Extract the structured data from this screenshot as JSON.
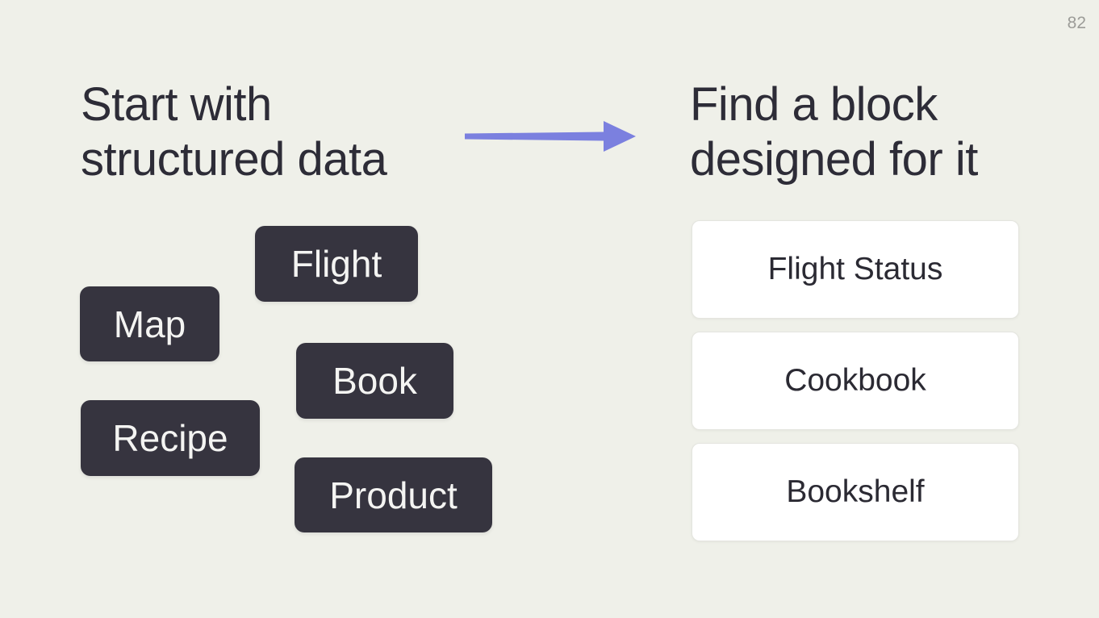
{
  "slide": {
    "page_number": "82"
  },
  "left_section": {
    "heading": {
      "line1": "Start with",
      "line2": "structured data"
    },
    "tags": [
      {
        "label": "Flight"
      },
      {
        "label": "Map"
      },
      {
        "label": "Book"
      },
      {
        "label": "Recipe"
      },
      {
        "label": "Product"
      }
    ]
  },
  "right_section": {
    "heading": {
      "line1": "Find a block",
      "line2": "designed for it"
    },
    "cards": [
      {
        "label": "Flight Status"
      },
      {
        "label": "Cookbook"
      },
      {
        "label": "Bookshelf"
      }
    ]
  },
  "arrow": {
    "direction": "right"
  },
  "colors": {
    "background": "#eff0e9",
    "tag-bg": "#36343f",
    "tag-text": "#f4f4f2",
    "heading-text": "#2d2c37",
    "card-bg": "#ffffff",
    "card-border": "#e4e5df",
    "card-text": "#2b2a33",
    "arrow": "#7b80df",
    "page-number": "#9c9c98"
  }
}
